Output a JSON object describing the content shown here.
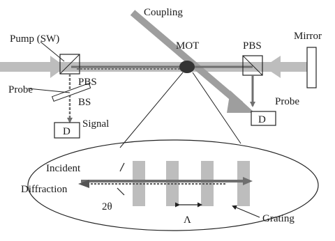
{
  "labels": {
    "coupling": "Coupling",
    "pump": "Pump (SW)",
    "mot": "MOT",
    "pbs_right": "PBS",
    "mirror": "Mirror",
    "probe_left": "Probe",
    "pbs_left": "PBS",
    "bs": "BS",
    "signal": "Signal",
    "detector_left": "D",
    "probe_right": "Probe",
    "detector_right": "D",
    "incident": "Incident",
    "diffraction": "Diffraction",
    "angle": "2θ",
    "period": "Λ",
    "grating": "Grating"
  },
  "colors": {
    "pump_beam": "#bdbdbd",
    "coupling_beam": "#9e9e9e",
    "probe_beam": "#6f6f6f",
    "grating_bars": "#bdbdbd",
    "mot": "#333333"
  }
}
